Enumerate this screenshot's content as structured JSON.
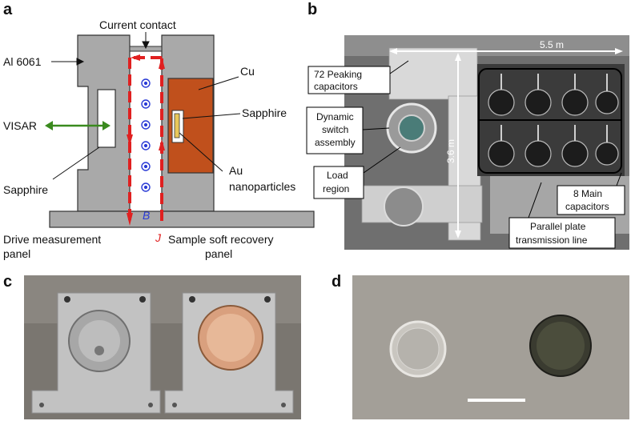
{
  "panels": {
    "a": {
      "letter": "a",
      "labels": {
        "current_contact": "Current contact",
        "al": "Al 6061",
        "cu": "Cu",
        "visar": "VISAR",
        "sapphire_right": "Sapphire",
        "sapphire_left": "Sapphire",
        "au_line1": "Au",
        "au_line2": "nanoparticles",
        "b_field": "B",
        "j_current": "J",
        "drive_line1": "Drive measurement",
        "drive_line2": "panel",
        "sample_line1": "Sample soft recovery",
        "sample_line2": "panel"
      }
    },
    "b": {
      "letter": "b",
      "labels": {
        "width": "5.5 m",
        "height": "3.6 m",
        "peaking_line1": "72 Peaking",
        "peaking_line2": "capacitors",
        "switch_line1": "Dynamic",
        "switch_line2": "switch",
        "switch_line3": "assembly",
        "load_line1": "Load",
        "load_line2": "region",
        "main_line1": "8 Main",
        "main_line2": "capacitors",
        "plate_line1": "Parallel plate",
        "plate_line2": "transmission line"
      }
    },
    "c": {
      "letter": "c"
    },
    "d": {
      "letter": "d"
    }
  },
  "colors": {
    "al_gray": "#a9a9a9",
    "cu_orange": "#c0501c",
    "current_red": "#e02020",
    "field_blue": "#2a3bd6",
    "visar_green": "#3a8a1e"
  }
}
